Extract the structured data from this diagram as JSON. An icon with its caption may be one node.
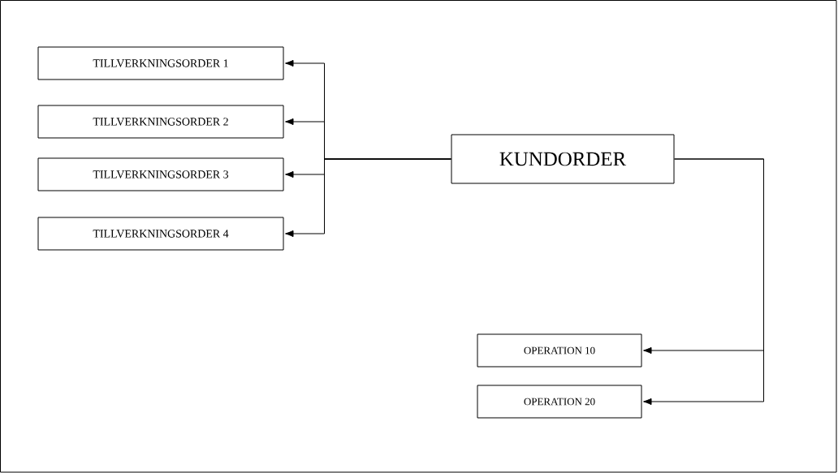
{
  "diagram": {
    "nodes": [
      {
        "text": [
          "KUNDORDER"
        ]
      },
      {
        "text": [
          "TILLVERKNINGSORDER 1"
        ]
      },
      {
        "text": [
          "TILLVERKNINGSORDER 2"
        ]
      },
      {
        "text": [
          "TILLVERKNINGSORDER 3"
        ]
      },
      {
        "text": [
          "TILLVERKNINGSORDER 4"
        ]
      },
      {
        "text": [
          "OPERATION 10"
        ]
      },
      {
        "text": [
          "OPERATION 20"
        ]
      }
    ],
    "edges": [
      {
        "from": 0,
        "to": 1,
        "arrow": "to"
      },
      {
        "from": 0,
        "to": 2,
        "arrow": "to"
      },
      {
        "from": 0,
        "to": 3,
        "arrow": "to"
      },
      {
        "from": 0,
        "to": 4,
        "arrow": "to"
      },
      {
        "from": 0,
        "to": 5,
        "arrow": "to"
      },
      {
        "from": 0,
        "to": 6,
        "arrow": "to"
      }
    ]
  }
}
